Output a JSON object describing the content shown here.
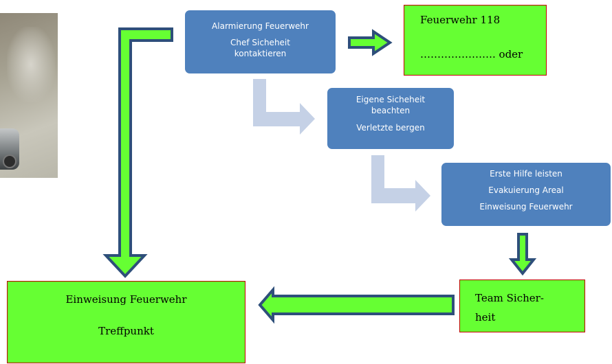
{
  "photo": {
    "description_icon": "accident-photo"
  },
  "boxes": {
    "alarm": {
      "line1": "Alarmierung Feuerwehr",
      "line2": "Chef Sicheheit",
      "line3": "kontaktieren"
    },
    "safety": {
      "line1": "Eigene Sicheheit",
      "line2": "beachten",
      "line3": "Verletzte bergen"
    },
    "firstaid": {
      "line1": "Erste Hilfe leisten",
      "line2": "Evakuierung Areal",
      "line3": "Einweisung  Feuerwehr"
    },
    "fire118": {
      "line1": "Feuerwehr 118",
      "line2": "…………………. oder"
    },
    "team": {
      "line1": "Team Sicher-",
      "line2": "heit"
    },
    "meeting": {
      "line1": "Einweisung Feuerwehr",
      "line2": "Treffpunkt"
    }
  },
  "colors": {
    "blue_box": "#4f81bd",
    "green_box": "#66ff33",
    "green_arrow_fill": "#66ff33",
    "arrow_outline": "#2e4f7a",
    "light_arrow": "#c5d1e6",
    "box_border": "#c00000"
  }
}
